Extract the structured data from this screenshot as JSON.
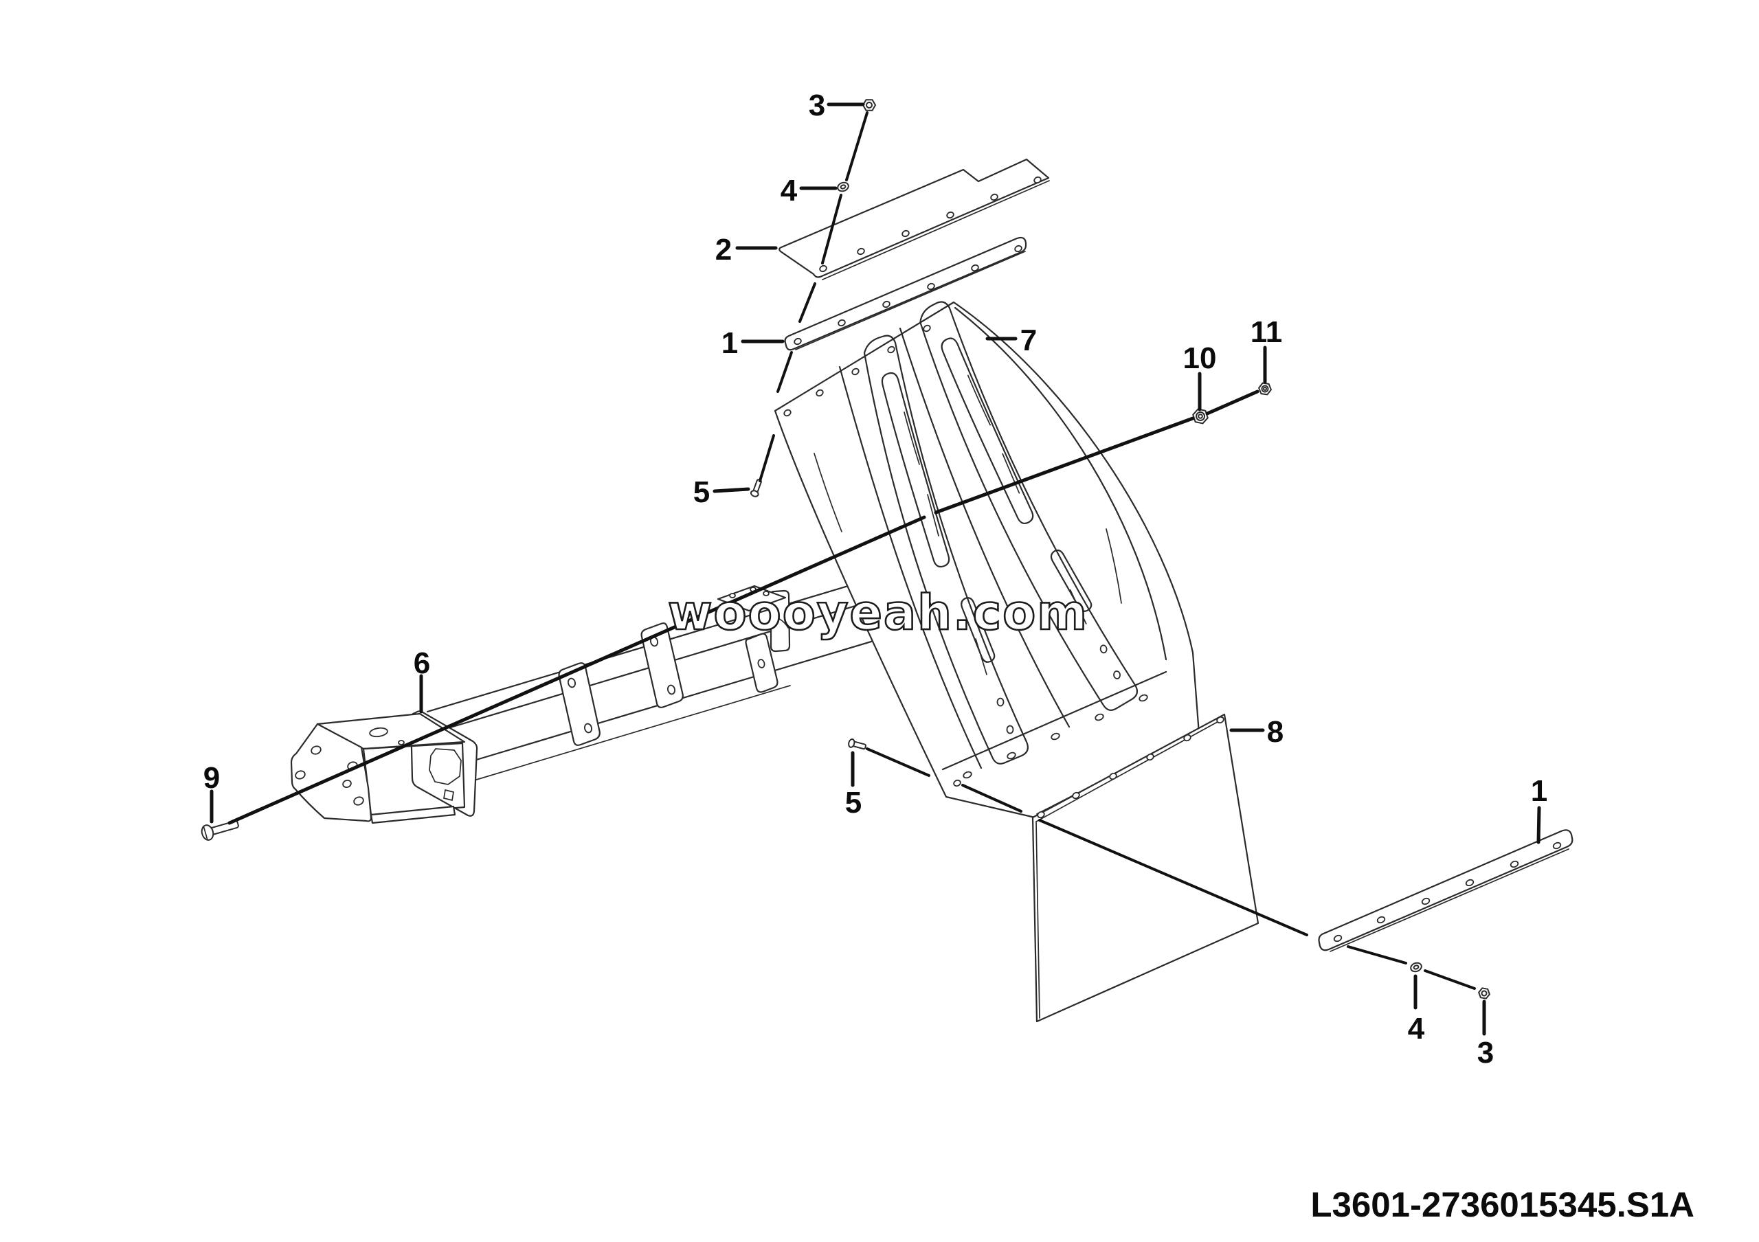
{
  "diagram": {
    "watermark_text": "woooyeah.com",
    "part_code": "L3601-2736015345.S1A",
    "callouts": {
      "c3_top": "3",
      "c4_top": "4",
      "c2": "2",
      "c1_top": "1",
      "c5_upper": "5",
      "c6": "6",
      "c7": "7",
      "c9": "9",
      "c10": "10",
      "c11": "11",
      "c5_lower": "5",
      "c8": "8",
      "c1_bottom": "1",
      "c4_bottom": "4",
      "c3_bottom": "3"
    },
    "colors": {
      "line": "#2b2b2b",
      "leader": "#111111",
      "background": "#ffffff",
      "watermark_fill": "#ffffff",
      "watermark_outline": "#1c1c1c"
    }
  }
}
